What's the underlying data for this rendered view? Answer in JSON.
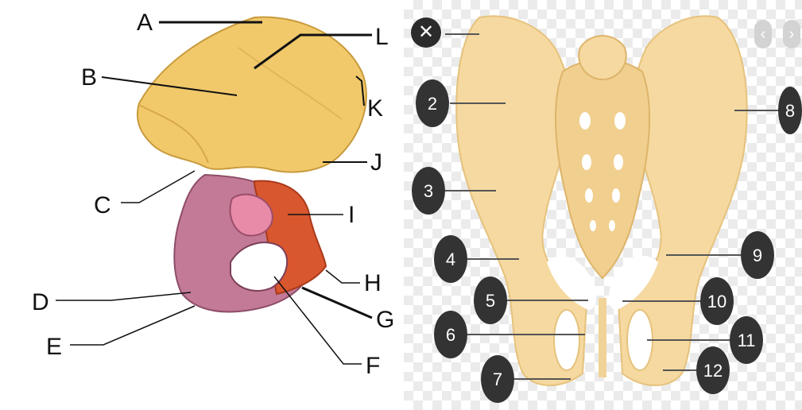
{
  "left_diagram": {
    "labels": [
      "A",
      "B",
      "C",
      "D",
      "E",
      "F",
      "G",
      "H",
      "I",
      "J",
      "K",
      "L"
    ]
  },
  "right_diagram": {
    "numbers": [
      "2",
      "3",
      "4",
      "5",
      "6",
      "7",
      "8",
      "9",
      "10",
      "11",
      "12"
    ]
  },
  "controls": {
    "close_glyph": "✕",
    "prev_glyph": "‹",
    "next_glyph": "›"
  },
  "colors": {
    "bone_yellow": "#f1c96a",
    "bone_pink": "#c27a96",
    "bone_red": "#d9572e",
    "pelvis_tan": "#f5d9a0",
    "marker_dark": "#333333"
  }
}
